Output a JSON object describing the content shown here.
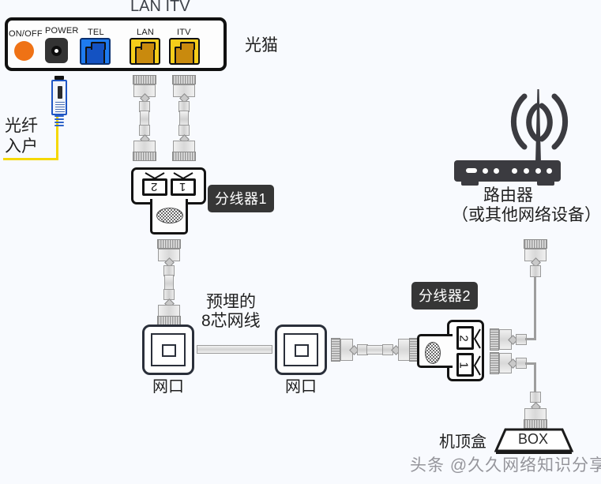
{
  "diagram": {
    "title_fragment": "LAN  ITV",
    "background_color": "#f8fafe"
  },
  "modem": {
    "device_label": "光猫",
    "ports": [
      {
        "name": "ON/OFF",
        "type": "power-switch",
        "color": "#ef7215"
      },
      {
        "name": "POWER",
        "type": "dc-jack",
        "color": "#333333"
      },
      {
        "name": "TEL",
        "type": "rj11-port",
        "color": "#1763d6"
      },
      {
        "name": "LAN",
        "type": "rj45-port",
        "color": "#f5cd1a"
      },
      {
        "name": "ITV",
        "type": "rj45-port",
        "color": "#f5cd1a"
      }
    ]
  },
  "fiber": {
    "label_line1": "光纤",
    "label_line2": "入户",
    "cable_color": "#f5d800",
    "connector_color": "#1f56c4"
  },
  "splitter1": {
    "badge_label": "分线器1",
    "port_numbers": [
      "2",
      "1"
    ],
    "badge_color": "#363636"
  },
  "splitter2": {
    "badge_label": "分线器2",
    "port_numbers": [
      "2",
      "1"
    ],
    "badge_color": "#363636"
  },
  "inwall_cable": {
    "label_line1": "预埋的",
    "label_line2": "8芯网线"
  },
  "wallports": {
    "left_label": "网口",
    "right_label": "网口"
  },
  "router": {
    "label_line1": "路由器",
    "label_line2": "（或其他网络设备）",
    "body_color": "#3b3b40",
    "led_count": 8
  },
  "settopbox": {
    "label": "机顶盒",
    "box_text": "BOX"
  },
  "watermark": {
    "text": "头条 @久久网络知识分享"
  }
}
